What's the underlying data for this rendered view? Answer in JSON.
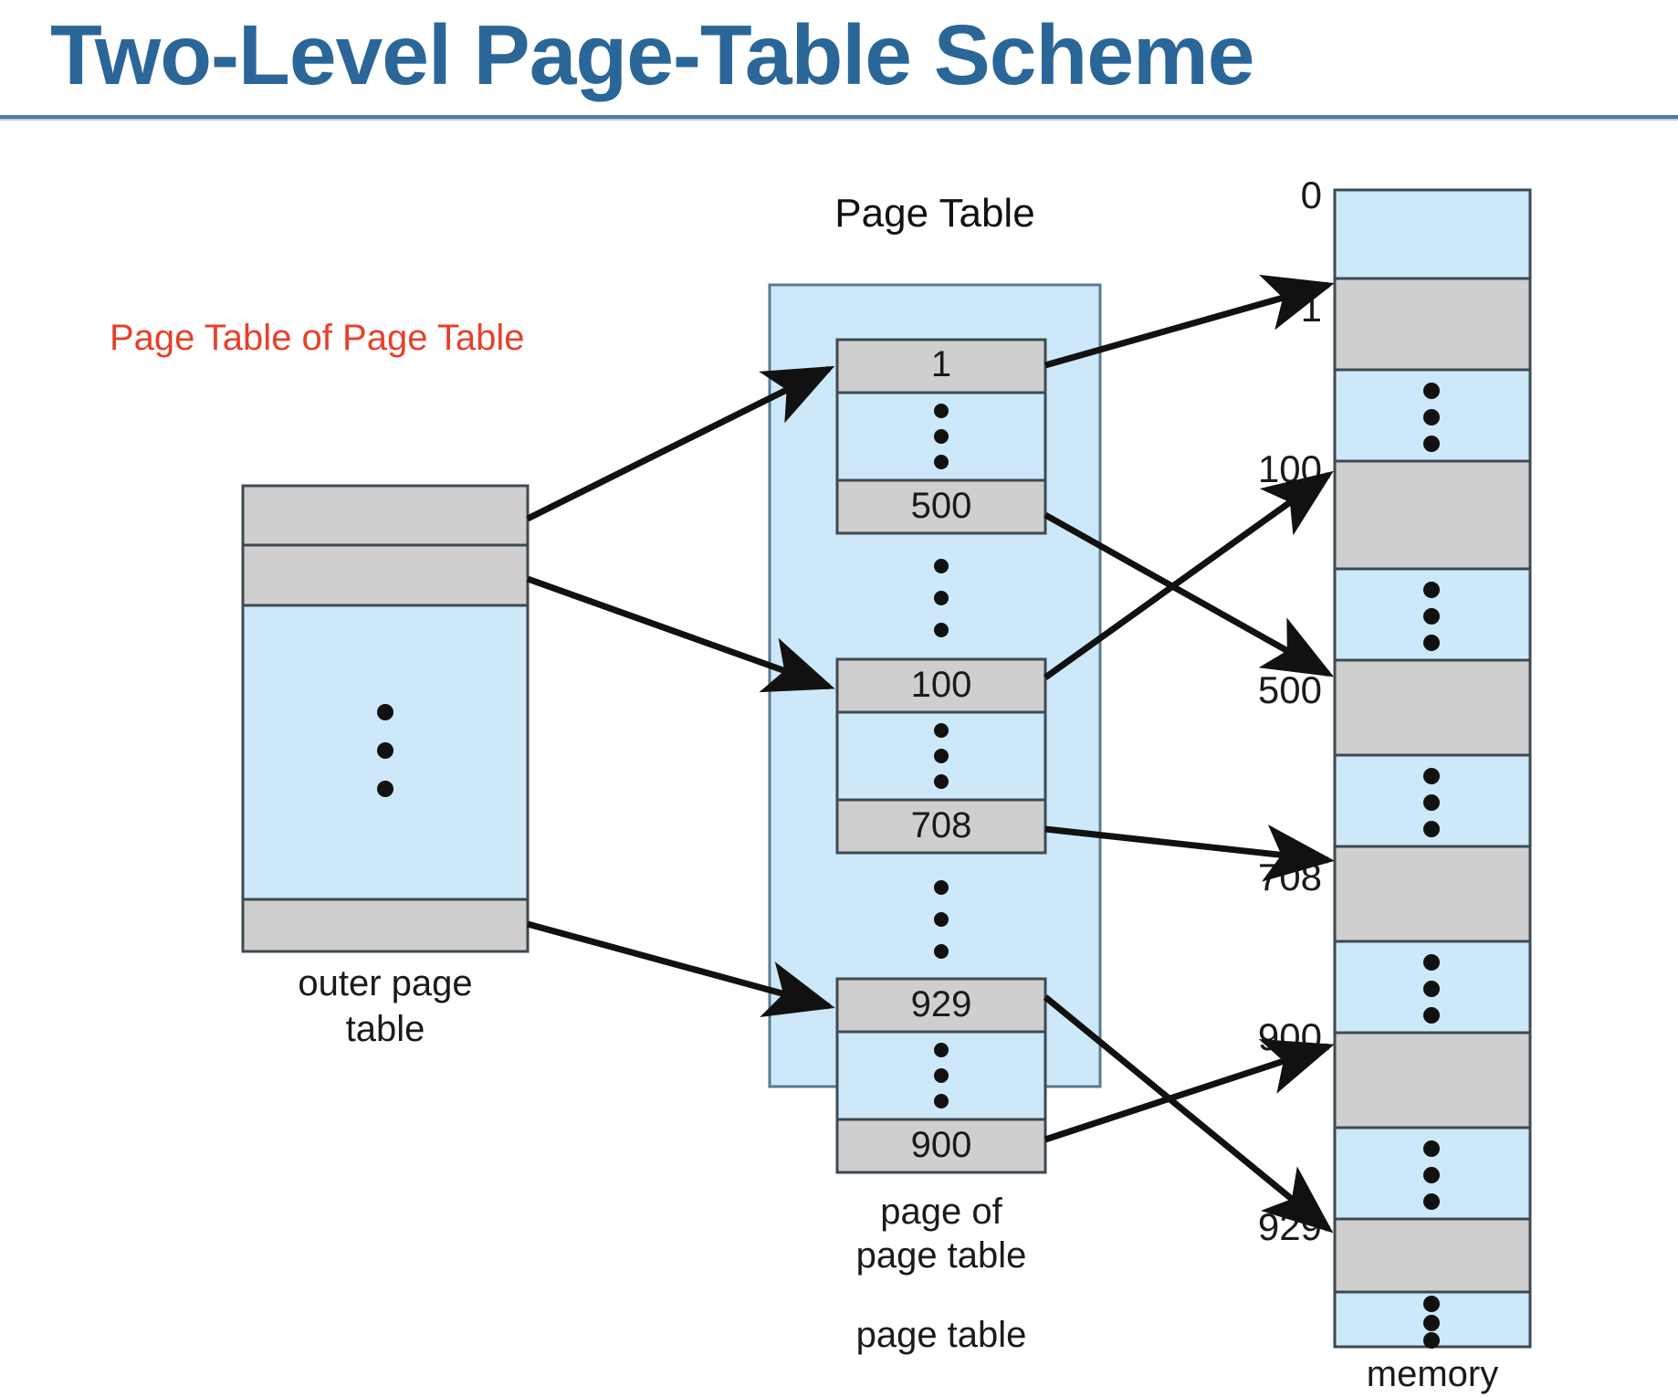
{
  "slide": {
    "title": "Two-Level Page-Table Scheme",
    "title_color": "#2B6699",
    "rule_color": "#4E7CA8",
    "background": "#ffffff"
  },
  "annotations": [
    {
      "id": "page-table-of-page-table",
      "text": "Page Table of Page Table",
      "color": "#E8402A"
    }
  ],
  "diagram": {
    "type": "two-level-paging",
    "colors": {
      "cell_blue": "#CDE8F8",
      "cell_gray": "#CFCFCF",
      "border": "#3D4A52",
      "arrow": "#111111",
      "text": "#1A1A1A"
    },
    "outer_page_table": {
      "caption_line1": "outer page",
      "caption_line2": "table",
      "entries": [
        {
          "kind": "gray",
          "label": ""
        },
        {
          "kind": "gray",
          "label": ""
        },
        {
          "kind": "blue",
          "label": "",
          "dots": true
        },
        {
          "kind": "gray",
          "label": ""
        }
      ]
    },
    "page_table": {
      "heading": "Page Table",
      "inner_caption_line1": "page of",
      "inner_caption_line2": "page table",
      "caption": "page table",
      "entries": [
        {
          "kind": "gray",
          "label": "1"
        },
        {
          "kind": "blue",
          "label": "",
          "dots": true
        },
        {
          "kind": "gray",
          "label": "500"
        },
        {
          "kind": "gap",
          "label": "",
          "dots": true
        },
        {
          "kind": "gray",
          "label": "100"
        },
        {
          "kind": "blue",
          "label": "",
          "dots": true
        },
        {
          "kind": "gray",
          "label": "708"
        },
        {
          "kind": "gap",
          "label": "",
          "dots": true
        },
        {
          "kind": "gray",
          "label": "929"
        },
        {
          "kind": "blue",
          "label": "",
          "dots": true
        },
        {
          "kind": "gray",
          "label": "900"
        }
      ]
    },
    "memory": {
      "caption": "memory",
      "address_labels": [
        "0",
        "1",
        "100",
        "500",
        "708",
        "900",
        "929"
      ],
      "cells": [
        {
          "kind": "blue",
          "dots": false,
          "address": "0"
        },
        {
          "kind": "gray",
          "dots": false,
          "address": "1"
        },
        {
          "kind": "blue",
          "dots": true,
          "address": ""
        },
        {
          "kind": "gray",
          "dots": false,
          "address": "100"
        },
        {
          "kind": "blue",
          "dots": true,
          "address": ""
        },
        {
          "kind": "gray",
          "dots": false,
          "address": "500"
        },
        {
          "kind": "blue",
          "dots": true,
          "address": ""
        },
        {
          "kind": "gray",
          "dots": false,
          "address": "708"
        },
        {
          "kind": "blue",
          "dots": true,
          "address": ""
        },
        {
          "kind": "gray",
          "dots": false,
          "address": "900"
        },
        {
          "kind": "blue",
          "dots": true,
          "address": ""
        },
        {
          "kind": "gray",
          "dots": false,
          "address": "929"
        },
        {
          "kind": "blue",
          "dots": true,
          "address": ""
        }
      ]
    },
    "arrows": [
      {
        "from": "outer-entry-1",
        "to": "pt-entry-1"
      },
      {
        "from": "outer-entry-2",
        "to": "pt-entry-100"
      },
      {
        "from": "outer-entry-last",
        "to": "pt-entry-929"
      },
      {
        "from": "pt-entry-1",
        "to": "mem-1"
      },
      {
        "from": "pt-entry-500",
        "to": "mem-500"
      },
      {
        "from": "pt-entry-100",
        "to": "mem-100"
      },
      {
        "from": "pt-entry-708",
        "to": "mem-708"
      },
      {
        "from": "pt-entry-929",
        "to": "mem-929"
      },
      {
        "from": "pt-entry-900",
        "to": "mem-900"
      }
    ]
  }
}
